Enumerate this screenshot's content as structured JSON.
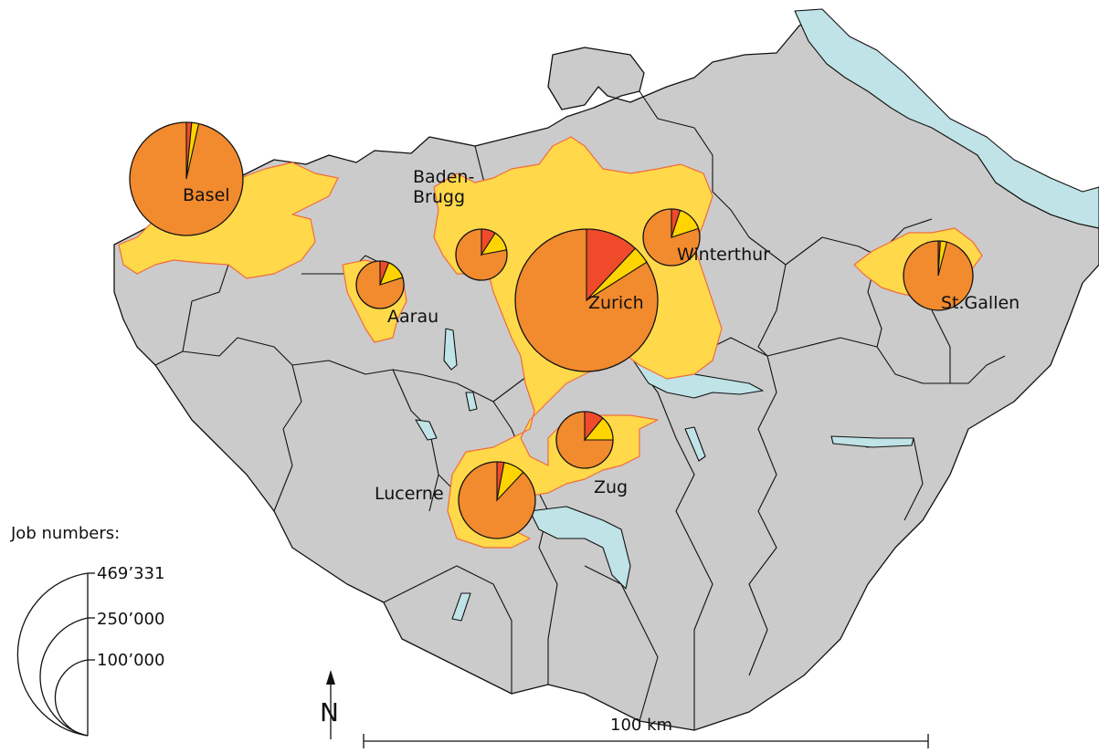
{
  "map": {
    "colors": {
      "land": "#cbcbcb",
      "water": "#bfe3e6",
      "urban": "#ffd94a",
      "urban_edge": "#f26b3a",
      "pie_main": "#f28a2e",
      "pie_red": "#ef4b2a",
      "pie_yellow": "#ffd400",
      "outline": "#111111"
    },
    "cities": [
      {
        "id": "basel",
        "label": "Basel",
        "shares": [
          0.965,
          0.015,
          0.02
        ]
      },
      {
        "id": "baden-brugg",
        "label": "Baden-\nBrugg",
        "shares": [
          0.78,
          0.09,
          0.13
        ]
      },
      {
        "id": "aarau",
        "label": "Aarau",
        "shares": [
          0.8,
          0.06,
          0.14
        ]
      },
      {
        "id": "zurich",
        "label": "Zurich",
        "shares": [
          0.84,
          0.12,
          0.04
        ]
      },
      {
        "id": "winterthur",
        "label": "Winterthur",
        "shares": [
          0.8,
          0.05,
          0.15
        ]
      },
      {
        "id": "st-gallen",
        "label": "St.Gallen",
        "shares": [
          0.96,
          0.01,
          0.03
        ]
      },
      {
        "id": "zug",
        "label": "Zug",
        "shares": [
          0.75,
          0.11,
          0.14
        ]
      },
      {
        "id": "lucerne",
        "label": "Lucerne",
        "shares": [
          0.88,
          0.03,
          0.09
        ]
      }
    ],
    "legend": {
      "title": "Job numbers:",
      "values": [
        "469’331",
        "250’000",
        "100’000"
      ]
    },
    "north_label": "N",
    "scale_label": "100 km"
  }
}
